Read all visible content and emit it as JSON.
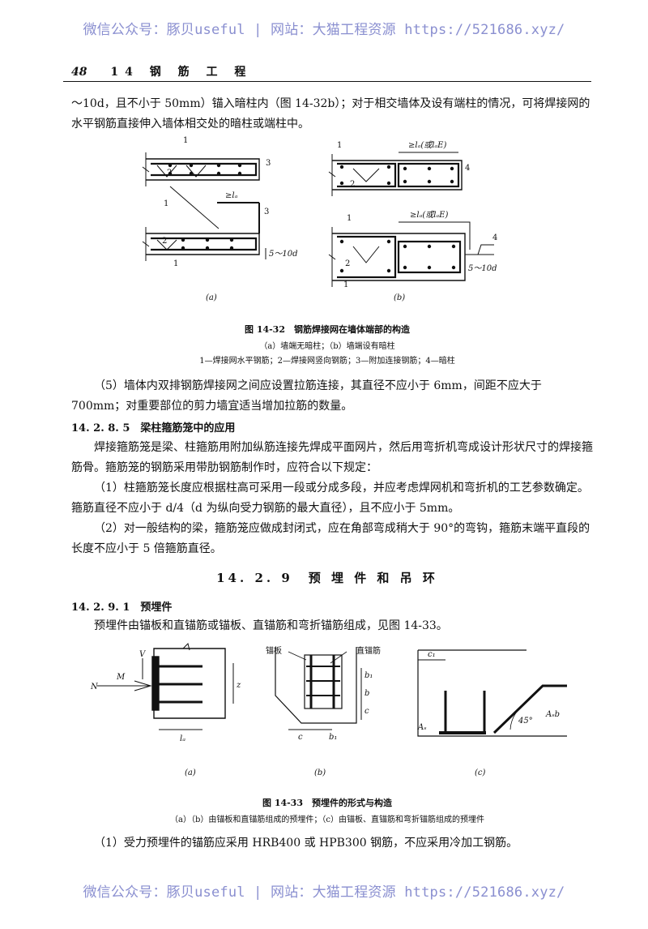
{
  "watermark": "微信公众号：豚贝useful | 网站：大猫工程资源 https://521686.xyz/",
  "header": {
    "page_number": "48",
    "chapter": "14 钢 筋 工 程"
  },
  "top_paragraph": "～10d，且不小于 50mm）锚入暗柱内（图 14-32b）；对于相交墙体及设有端柱的情况，可将焊接网的水平钢筋直接伸入墙体相交处的暗柱或端柱中。",
  "figure32": {
    "labels": {
      "n1": "1",
      "n2": "2",
      "n3": "3",
      "n4": "4",
      "anchor_la": "≥lₐ",
      "anchor_b": "≥lₐ(或lₐE)",
      "dim_5_10d": "5～10d",
      "sub_a": "(a)",
      "sub_b": "(b)"
    },
    "title": "图 14-32　钢筋焊接网在墙体端部的构造",
    "subcaption": "（a）墙端无暗柱；（b）墙端设有暗柱",
    "legend": "1—焊接网水平钢筋；2—焊接网竖向钢筋；3—附加连接钢筋；4—暗柱"
  },
  "para5": "（5）墙体内双排钢筋焊接网之间应设置拉筋连接，其直径不应小于 6mm，间距不应大于 700mm；对重要部位的剪力墙宜适当增加拉筋的数量。",
  "sec_14285": {
    "heading": "14. 2. 8. 5　梁柱箍筋笼中的应用"
  },
  "para_cage": "焊接箍筋笼是梁、柱箍筋用附加纵筋连接先焊成平面网片，然后用弯折机弯成设计形状尺寸的焊接箍筋骨。箍筋笼的钢筋采用带肋钢筋制作时，应符合以下规定：",
  "item1": "（1）柱箍筋笼长度应根据柱高可采用一段或分成多段，并应考虑焊网机和弯折机的工艺参数确定。箍筋直径不应小于 d/4（d 为纵向受力钢筋的最大直径），且不应小于 5mm。",
  "item2": "（2）对一般结构的梁，箍筋笼应做成封闭式，应在角部弯成稍大于 90°的弯钩，箍筋末端平直段的长度不应小于 5 倍箍筋直径。",
  "section_title": "14. 2. 9　预 埋 件 和 吊 环",
  "sec_14291": {
    "heading": "14. 2. 9. 1　预埋件"
  },
  "para_embed": "预埋件由锚板和直锚筋或锚板、直锚筋和弯折锚筋组成，见图 14-33。",
  "figure33": {
    "labels": {
      "V": "V",
      "M": "M",
      "N": "N",
      "z": "z",
      "la": "lₐ",
      "anchor_plate": "锚板",
      "straight_bar": "直锚筋",
      "b1": "b₁",
      "b": "b",
      "c": "c",
      "c1": "c₁",
      "As": "Aₛ",
      "Asb": "Aₛb",
      "angle": "45°",
      "sub_a": "(a)",
      "sub_b": "(b)",
      "sub_c": "(c)"
    },
    "title": "图 14-33　预埋件的形式与构造",
    "subcaption": "（a）（b）由锚板和直锚筋组成的预埋件；（c）由锚板、直锚筋和弯折锚筋组成的预埋件"
  },
  "final_item": "（1）受力预埋件的锚筋应采用 HRB400 或 HPB300 钢筋，不应采用冷加工钢筋。"
}
